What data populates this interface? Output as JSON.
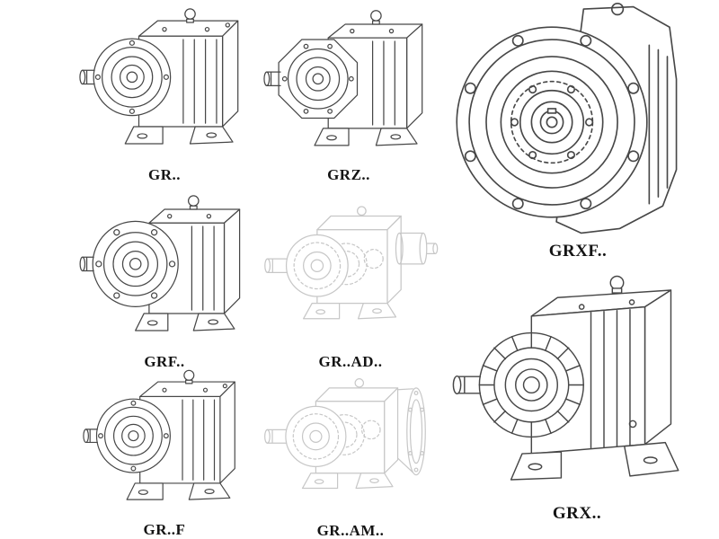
{
  "page": {
    "background": "#ffffff"
  },
  "style": {
    "line_color": "#474747",
    "ghost_line_color": "#c7c7c7",
    "label_color": "#141414"
  },
  "figures": [
    {
      "id": "gr",
      "label": "GR..",
      "linework": "solid"
    },
    {
      "id": "grz",
      "label": "GRZ..",
      "linework": "solid"
    },
    {
      "id": "grxf",
      "label": "GRXF..",
      "linework": "solid"
    },
    {
      "id": "grf",
      "label": "GRF..",
      "linework": "solid"
    },
    {
      "id": "gr-ad",
      "label": "GR..AD..",
      "linework": "light"
    },
    {
      "id": "gr-f",
      "label": "GR..F",
      "linework": "solid"
    },
    {
      "id": "gr-am",
      "label": "GR..AM..",
      "linework": "light"
    },
    {
      "id": "grx",
      "label": "GRX..",
      "linework": "solid"
    }
  ]
}
